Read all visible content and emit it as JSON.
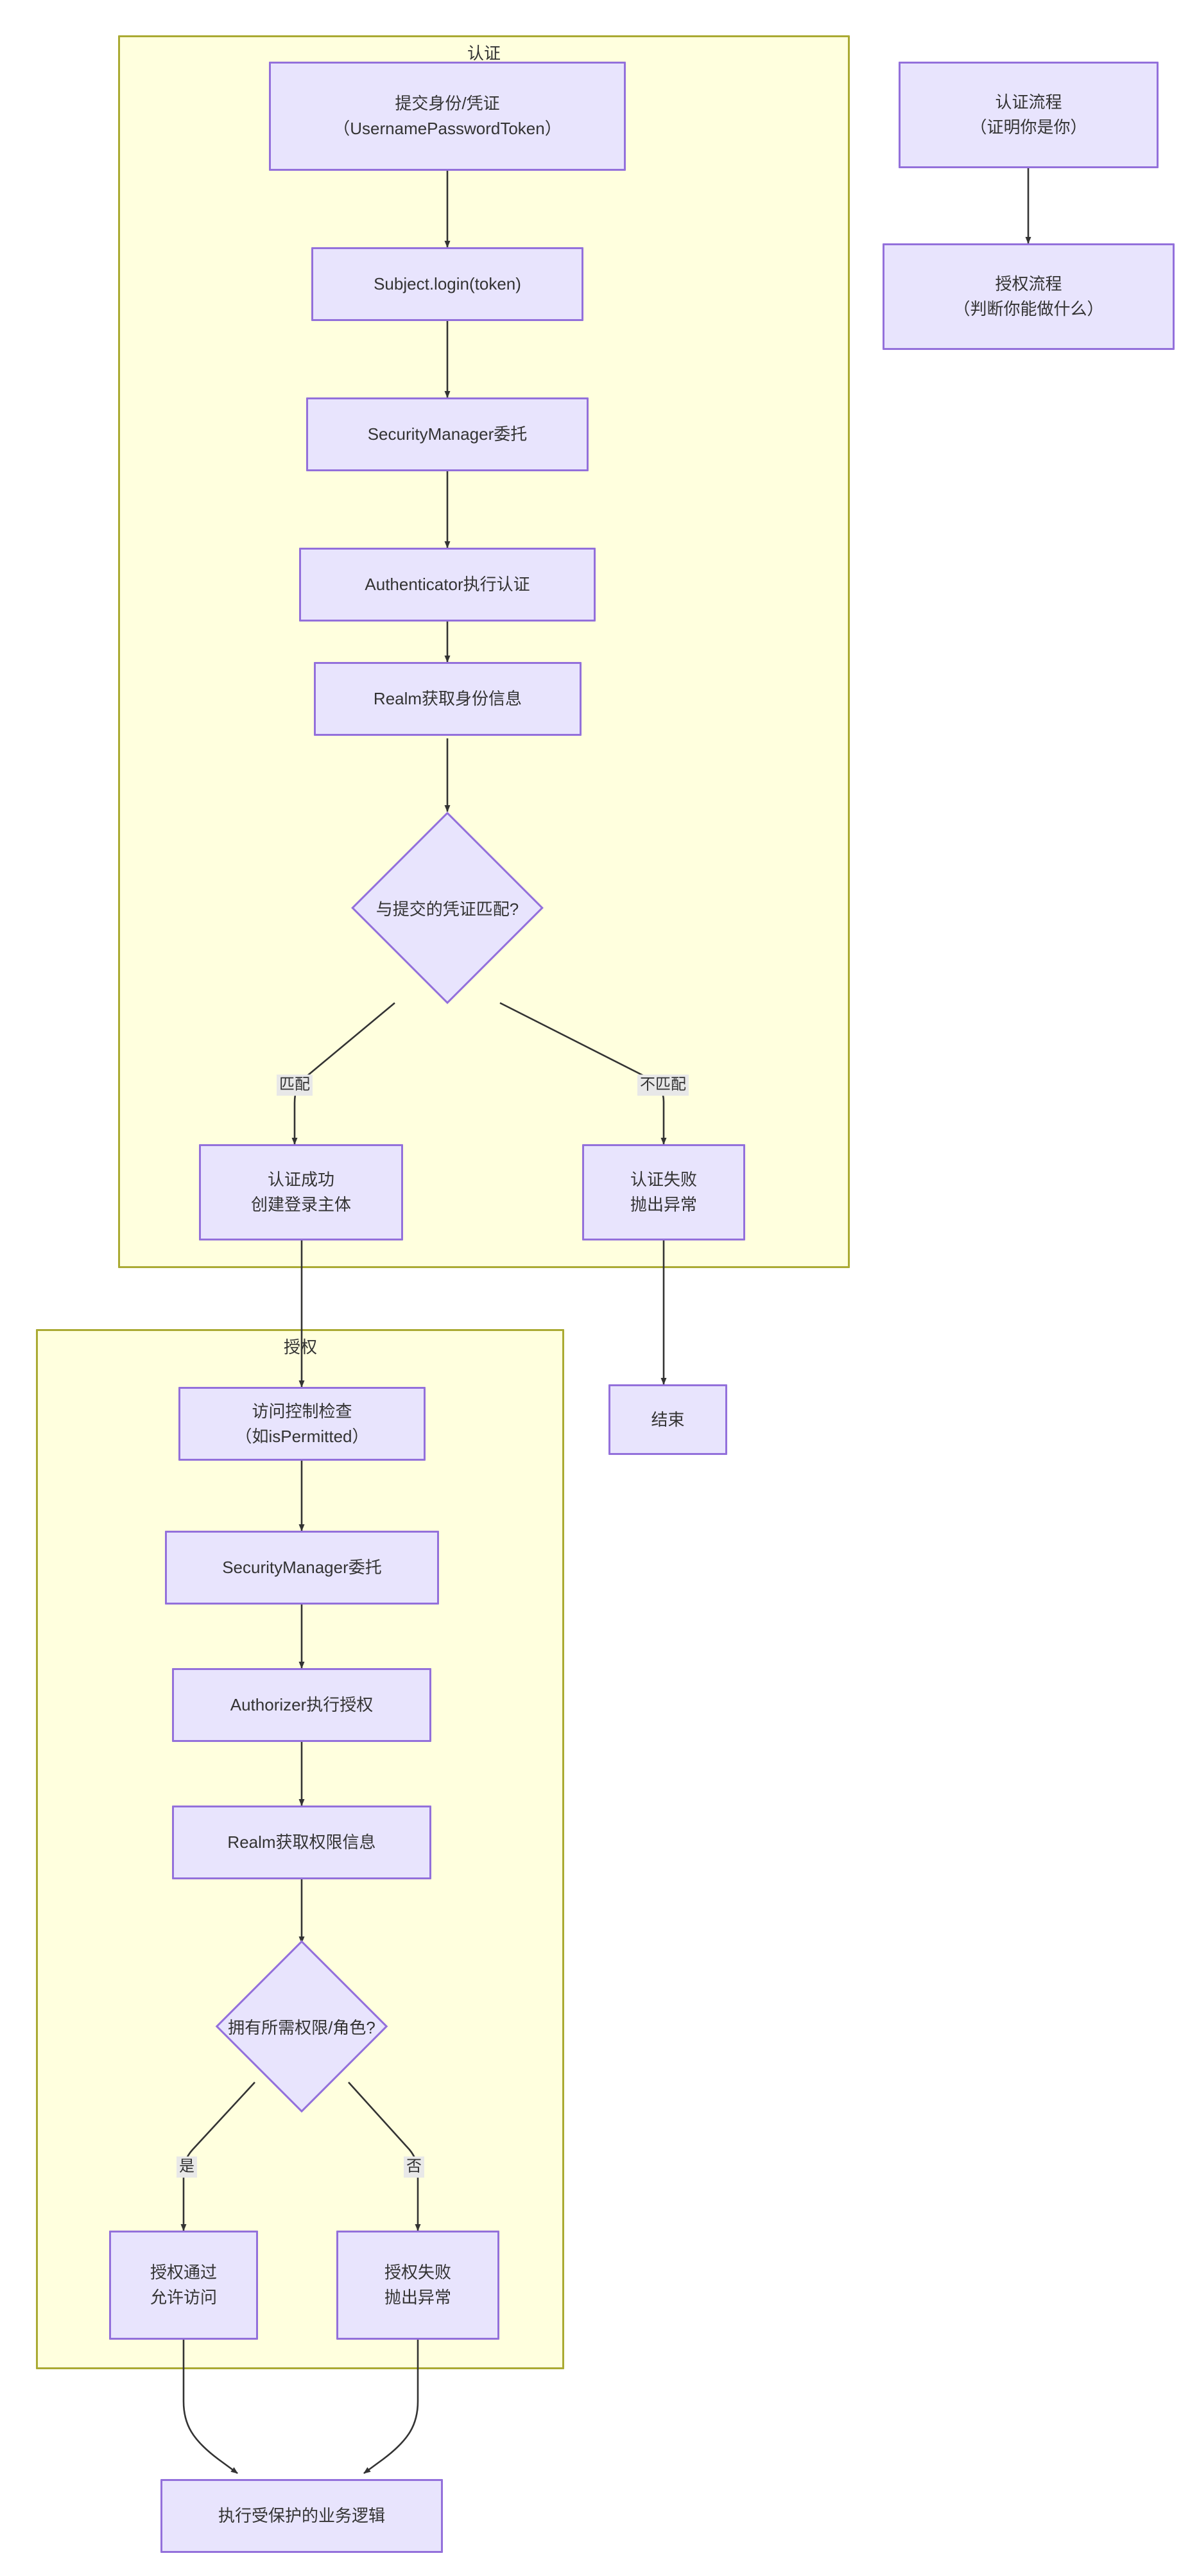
{
  "diagram": {
    "type": "flowchart",
    "title_visible": false,
    "colors": {
      "node_fill": "#e8e4fd",
      "node_stroke": "#9370db",
      "cluster_fill": "#ffffde",
      "cluster_stroke": "#aaaa33",
      "edge_stroke": "#333333",
      "text": "#333333",
      "edge_label_bg": "#e8e8e8"
    },
    "clusters": [
      {
        "id": "auth",
        "label": "认证"
      },
      {
        "id": "authz",
        "label": "授权"
      }
    ],
    "nodes": {
      "submit": {
        "line1": "提交身份/凭证",
        "line2": "（UsernamePasswordToken）"
      },
      "login": {
        "line1": "Subject.login(token)",
        "line2": ""
      },
      "sm_auth": {
        "line1": "SecurityManager委托",
        "line2": ""
      },
      "authenticator": {
        "line1": "Authenticator执行认证",
        "line2": ""
      },
      "realm_identity": {
        "line1": "Realm获取身份信息",
        "line2": ""
      },
      "decision_match": {
        "line1": "与提交的凭证匹配?",
        "line2": ""
      },
      "auth_success": {
        "line1": "认证成功",
        "line2": "创建登录主体"
      },
      "auth_fail": {
        "line1": "认证失败",
        "line2": "抛出异常"
      },
      "access_check": {
        "line1": "访问控制检查",
        "line2": "（如isPermitted）"
      },
      "sm_authz": {
        "line1": "SecurityManager委托",
        "line2": ""
      },
      "authorizer": {
        "line1": "Authorizer执行授权",
        "line2": ""
      },
      "realm_perms": {
        "line1": "Realm获取权限信息",
        "line2": ""
      },
      "decision_perm": {
        "line1": "拥有所需权限/角色?",
        "line2": ""
      },
      "authz_pass": {
        "line1": "授权通过",
        "line2": "允许访问"
      },
      "authz_fail": {
        "line1": "授权失败",
        "line2": "抛出异常"
      },
      "business": {
        "line1": "执行受保护的业务逻辑",
        "line2": ""
      },
      "end": {
        "line1": "结束",
        "line2": ""
      },
      "legend_auth": {
        "line1": "认证流程",
        "line2": "（证明你是你）"
      },
      "legend_authz": {
        "line1": "授权流程",
        "line2": "（判断你能做什么）"
      }
    },
    "edge_labels": {
      "match": "匹配",
      "no_match": "不匹配",
      "yes": "是",
      "no": "否"
    }
  }
}
